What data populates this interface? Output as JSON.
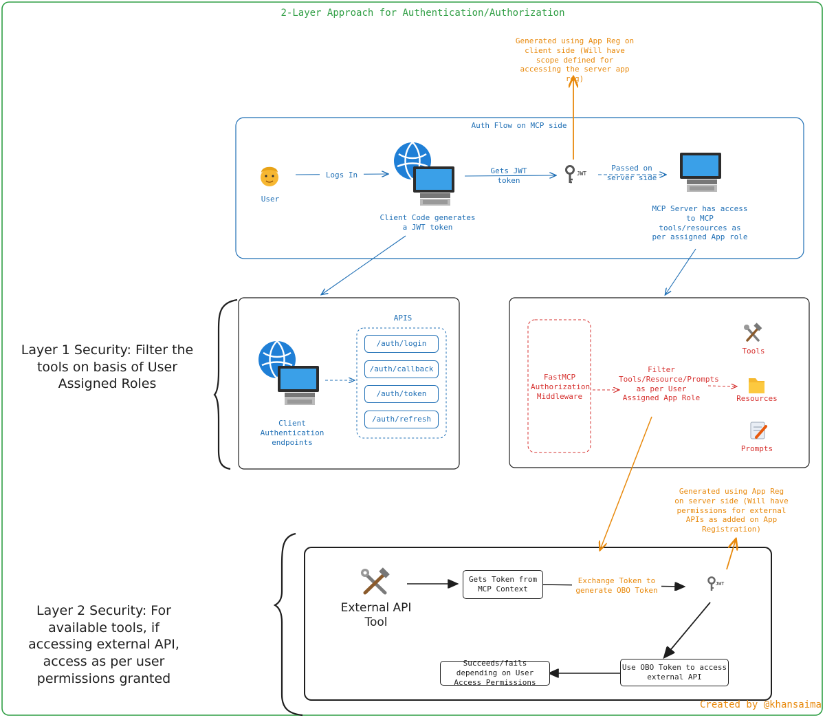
{
  "title": "2-Layer Approach for Authentication/Authorization",
  "auth_flow": {
    "label": "Auth Flow on MCP side",
    "user": "User",
    "logs_in": "Logs In",
    "client_code": "Client Code generates a JWT token",
    "gets_jwt": "Gets JWT token",
    "jwt": "JWT",
    "passed": "Passed on server side",
    "mcp_server": "MCP Server has access to MCP tools/resources as per assigned App role",
    "client_appreg_note": "Generated using App Reg on client side (Will have scope defined for accessing the server app reg)"
  },
  "layer1": {
    "caption": "Layer 1 Security: Filter the tools on basis of User Assigned Roles",
    "apis_label": "APIS",
    "endpoints": [
      "/auth/login",
      "/auth/callback",
      "/auth/token",
      "/auth/refresh"
    ],
    "client_endpoints": "Client Authentication endpoints",
    "middleware": "FastMCP Authorization Middleware",
    "filter": "Filter Tools/Resource/Prompts as per User Assigned App Role",
    "tools": "Tools",
    "resources": "Resources",
    "prompts": "Prompts"
  },
  "layer2": {
    "caption": "Layer 2 Security: For available tools, if accessing external API, access as per user permissions granted",
    "external_tool": "External API Tool",
    "gets_token": "Gets Token from MCP Context",
    "exchange": "Exchange Token to generate OBO Token",
    "jwt": "JWT",
    "use_obo": "Use OBO Token to access external API",
    "result": "Succeeds/fails depending on User Access Permissions",
    "server_appreg_note": "Generated using App Reg on server side (Will have permissions for external APIs as added on App Registration)"
  },
  "credit": "Created by @khansaima",
  "colors": {
    "blue": "#1f6fb5",
    "orange": "#e8890c",
    "red": "#d6312f",
    "green": "#2f9e44",
    "dark": "#1e1e1e"
  }
}
